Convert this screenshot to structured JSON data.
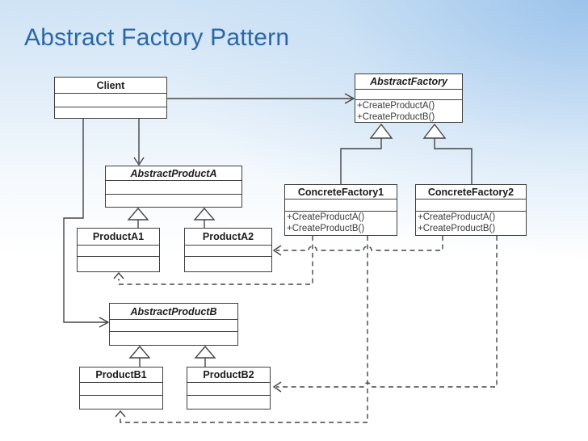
{
  "slide": {
    "title": "Abstract Factory Pattern"
  },
  "colors": {
    "title_blue": "#2b67a8",
    "line": "#454545",
    "box_border": "#3f3f3f",
    "box_fill": "#ffffff",
    "background_top": "#a9cdec",
    "background_bottom": "#ffffff"
  },
  "classes": {
    "client": {
      "name": "Client",
      "abstract": false,
      "methods": []
    },
    "abstract_factory": {
      "name": "AbstractFactory",
      "abstract": true,
      "methods": [
        "+CreateProductA()",
        "+CreateProductB()"
      ]
    },
    "concrete_factory1": {
      "name": "ConcreteFactory1",
      "abstract": false,
      "methods": [
        "+CreateProductA()",
        "+CreateProductB()"
      ]
    },
    "concrete_factory2": {
      "name": "ConcreteFactory2",
      "abstract": false,
      "methods": [
        "+CreateProductA()",
        "+CreateProductB()"
      ]
    },
    "abstract_product_a": {
      "name": "AbstractProductA",
      "abstract": true,
      "methods": []
    },
    "product_a1": {
      "name": "ProductA1",
      "abstract": false,
      "methods": []
    },
    "product_a2": {
      "name": "ProductA2",
      "abstract": false,
      "methods": []
    },
    "abstract_product_b": {
      "name": "AbstractProductB",
      "abstract": true,
      "methods": []
    },
    "product_b1": {
      "name": "ProductB1",
      "abstract": false,
      "methods": []
    },
    "product_b2": {
      "name": "ProductB2",
      "abstract": false,
      "methods": []
    }
  },
  "relationships": [
    {
      "from": "Client",
      "to": "AbstractFactory",
      "type": "association-arrow"
    },
    {
      "from": "Client",
      "to": "AbstractProductA",
      "type": "association-arrow"
    },
    {
      "from": "Client",
      "to": "AbstractProductB",
      "type": "association-arrow"
    },
    {
      "from": "ConcreteFactory1",
      "to": "AbstractFactory",
      "type": "generalization"
    },
    {
      "from": "ConcreteFactory2",
      "to": "AbstractFactory",
      "type": "generalization"
    },
    {
      "from": "ProductA1",
      "to": "AbstractProductA",
      "type": "generalization"
    },
    {
      "from": "ProductA2",
      "to": "AbstractProductA",
      "type": "generalization"
    },
    {
      "from": "ProductB1",
      "to": "AbstractProductB",
      "type": "generalization"
    },
    {
      "from": "ProductB2",
      "to": "AbstractProductB",
      "type": "generalization"
    },
    {
      "from": "ConcreteFactory1",
      "to": "ProductA1",
      "type": "dependency-dashed"
    },
    {
      "from": "ConcreteFactory1",
      "to": "ProductB1",
      "type": "dependency-dashed"
    },
    {
      "from": "ConcreteFactory2",
      "to": "ProductA2",
      "type": "dependency-dashed"
    },
    {
      "from": "ConcreteFactory2",
      "to": "ProductB2",
      "type": "dependency-dashed"
    }
  ]
}
